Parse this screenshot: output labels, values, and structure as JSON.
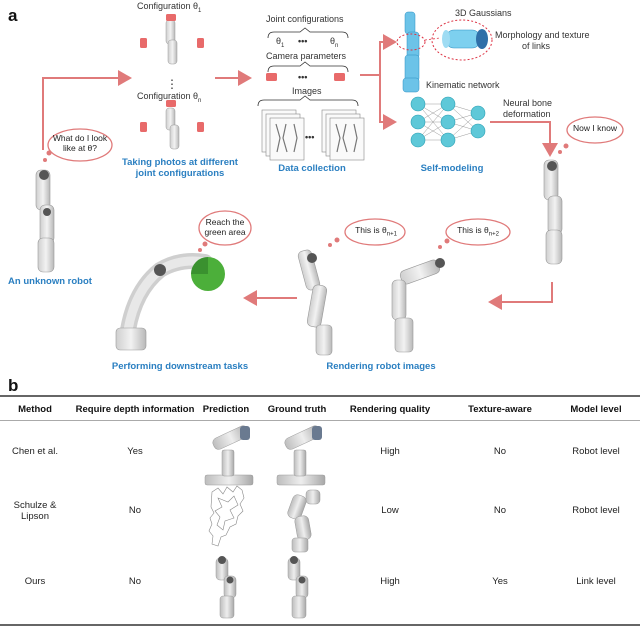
{
  "panel_a": {
    "label": "a",
    "configuration_1": "Configuration θ",
    "configuration_1_sub": "1",
    "configuration_n": "Configuration θ",
    "configuration_n_sub": "n",
    "joint_configurations": "Joint configurations",
    "theta_1": "θ",
    "theta_1_sub": "1",
    "theta_n": "θ",
    "theta_n_sub": "n",
    "ellipsis": "•••",
    "camera_parameters": "Camera parameters",
    "images": "Images",
    "gaussians": "3D Gaussians",
    "morphology": "Morphology and texture",
    "morphology_2": "of links",
    "kinematic": "Kinematic network",
    "neural_bone": "Neural bone",
    "deformation": "deformation",
    "caption_photos_1": "Taking photos at different",
    "caption_photos_2": "joint configurations",
    "caption_data": "Data collection",
    "caption_self": "Self-modeling",
    "caption_unknown": "An unknown robot",
    "caption_downstream": "Performing downstream tasks",
    "caption_rendering": "Rendering robot images",
    "bubble_look_1": "What do I look",
    "bubble_look_2": "like at θ?",
    "bubble_know": "Now I know",
    "bubble_reach_1": "Reach the",
    "bubble_reach_2": "green area",
    "bubble_this1": "This is θ",
    "bubble_this1_sub": "n+1",
    "bubble_this2": "This is θ",
    "bubble_this2_sub": "n+2"
  },
  "panel_b": {
    "label": "b",
    "headers": [
      "Method",
      "Require depth information",
      "Prediction",
      "Ground truth",
      "Rendering quality",
      "Texture-aware",
      "Model level"
    ],
    "rows": [
      {
        "method": "Chen et al.",
        "depth": "Yes",
        "quality": "High",
        "texture": "No",
        "level": "Robot level"
      },
      {
        "method": "Schulze & Lipson",
        "depth": "No",
        "quality": "Low",
        "texture": "No",
        "level": "Robot level"
      },
      {
        "method": "Ours",
        "depth": "No",
        "quality": "High",
        "texture": "Yes",
        "level": "Link level"
      }
    ]
  },
  "colors": {
    "arrow": "#e07a7a",
    "caption_blue": "#2a7fc1",
    "node_teal": "#5ec8d8",
    "green_target": "#4caf3a",
    "camera_red": "#e86a6a"
  }
}
